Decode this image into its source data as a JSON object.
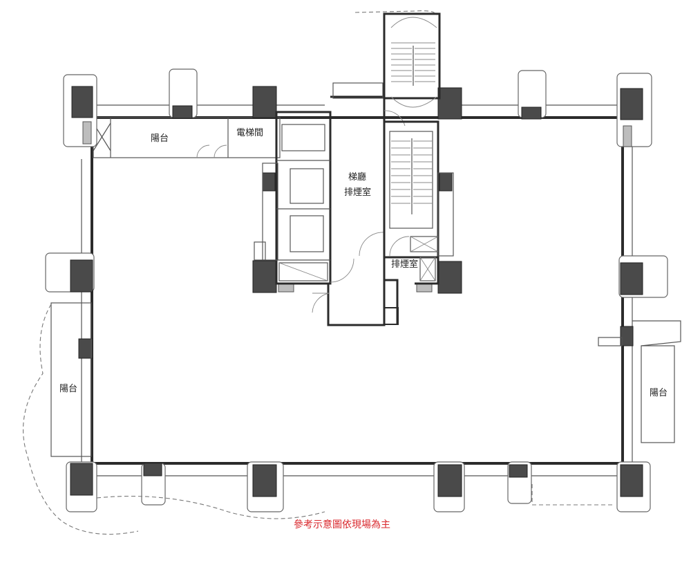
{
  "labels": {
    "balcony_top": "陽台",
    "elevator_machine_room": "電梯間",
    "lobby": "梯廳",
    "lobby_smoke": "排煙室",
    "smoke_room": "排煙室",
    "balcony_left": "陽台",
    "balcony_right": "陽台"
  },
  "note": "參考示意圖依現場為主",
  "colors": {
    "note": "#d9262b",
    "wall": "#2b2b2b",
    "column": "#4a4a4a"
  }
}
